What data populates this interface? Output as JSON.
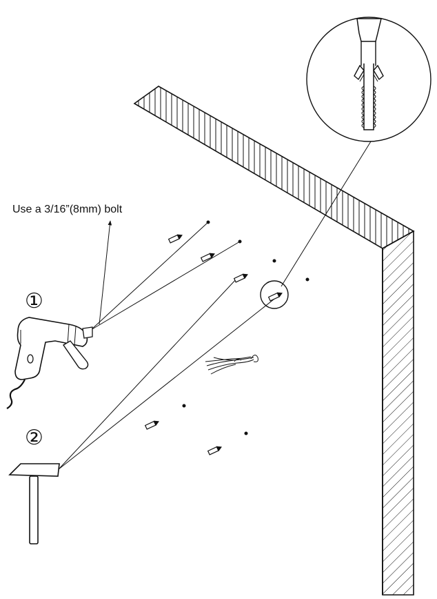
{
  "annotation": {
    "bolt_note": "Use a 3/16”(8mm) bolt"
  },
  "steps": {
    "step1": "①",
    "step2": "②"
  },
  "colors": {
    "ink": "#111111",
    "background": "#ffffff"
  },
  "icons": {
    "drill": "drill-icon",
    "hammer": "hammer-icon",
    "anchor": "wall-anchor-icon",
    "wire": "wire-bundle-icon"
  }
}
